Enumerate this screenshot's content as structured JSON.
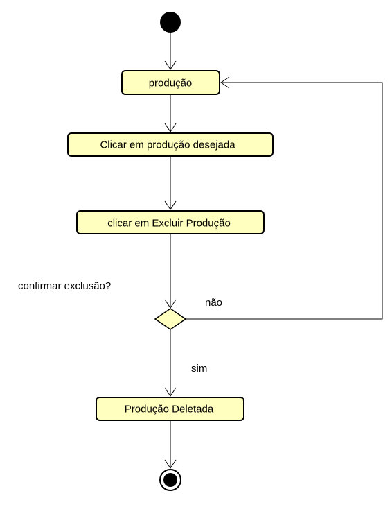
{
  "diagram": {
    "type": "uml-activity",
    "colors": {
      "action_fill": "#ffffc0",
      "decision_fill": "#ffffc0",
      "stroke": "#000000",
      "background": "#ffffff"
    },
    "actions": [
      {
        "id": "producao",
        "label": "produção"
      },
      {
        "id": "clicar-producao",
        "label": "Clicar em produção desejada"
      },
      {
        "id": "clicar-excluir",
        "label": "clicar em Excluir Produção"
      },
      {
        "id": "producao-deletada",
        "label": "Produção Deletada"
      }
    ],
    "decision": {
      "question": "confirmar exclusão?",
      "yes_label": "sim",
      "no_label": "não"
    },
    "flows": [
      {
        "from": "initial",
        "to": "producao"
      },
      {
        "from": "producao",
        "to": "clicar-producao"
      },
      {
        "from": "clicar-producao",
        "to": "clicar-excluir"
      },
      {
        "from": "clicar-excluir",
        "to": "decision"
      },
      {
        "from": "decision",
        "to": "producao-deletada",
        "guard": "sim"
      },
      {
        "from": "decision",
        "to": "producao",
        "guard": "não"
      },
      {
        "from": "producao-deletada",
        "to": "final"
      }
    ]
  }
}
